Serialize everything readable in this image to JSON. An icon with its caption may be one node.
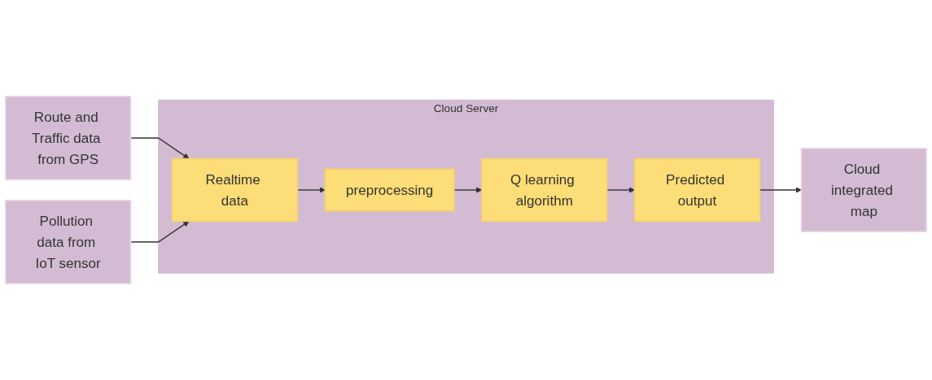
{
  "diagram": {
    "nodes": [
      {
        "text": [
          "Route and Traffic data from GPS"
        ]
      },
      {
        "text": [
          "Pollution data from IoT sensor"
        ]
      },
      {
        "text": [
          "Cloud Server"
        ]
      },
      {
        "text": [
          "Realtime data"
        ],
        "in": 2
      },
      {
        "text": [
          "preprocessing"
        ],
        "in": 2
      },
      {
        "text": [
          "Q learning algorithm"
        ],
        "in": 2
      },
      {
        "text": [
          "Predicted output"
        ],
        "in": 2
      },
      {
        "text": [
          "Cloud integrated map"
        ]
      }
    ],
    "edges": [
      {
        "from": 0,
        "to": 3,
        "arrow": "to"
      },
      {
        "from": 1,
        "to": 3,
        "arrow": "to"
      },
      {
        "from": 3,
        "to": 4,
        "arrow": "to"
      },
      {
        "from": 4,
        "to": 5,
        "arrow": "to"
      },
      {
        "from": 5,
        "to": 6,
        "arrow": "to"
      },
      {
        "from": 6,
        "to": 7,
        "arrow": "to"
      }
    ]
  }
}
